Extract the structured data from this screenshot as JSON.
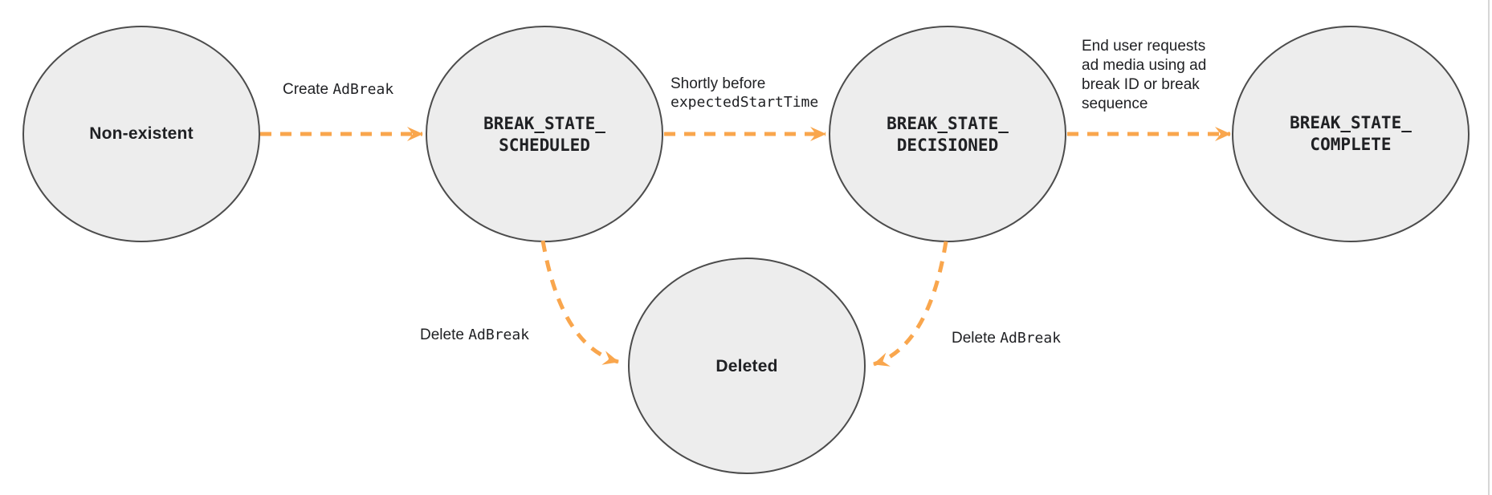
{
  "diagram": {
    "states": [
      {
        "id": "non-existent",
        "name": "Non-existent"
      },
      {
        "id": "break-state-scheduled",
        "line1": "BREAK_STATE_",
        "line2": "SCHEDULED"
      },
      {
        "id": "break-state-decisioned",
        "line1": "BREAK_STATE_",
        "line2": "DECISIONED"
      },
      {
        "id": "break-state-complete",
        "line1": "BREAK_STATE_",
        "line2": "COMPLETE"
      },
      {
        "id": "deleted",
        "name": "Deleted"
      }
    ],
    "transitions": [
      {
        "from": "Non-existent",
        "to": "BREAK_STATE_SCHEDULED",
        "label_plain": "Create ",
        "label_code": "AdBreak"
      },
      {
        "from": "BREAK_STATE_SCHEDULED",
        "to": "BREAK_STATE_DECISIONED",
        "label_plain": "Shortly before",
        "label_code": "expectedStartTime"
      },
      {
        "from": "BREAK_STATE_DECISIONED",
        "to": "BREAK_STATE_COMPLETE",
        "label_lines": [
          "End user requests",
          "ad media using ad",
          "break ID or break",
          "sequence"
        ]
      },
      {
        "from": "BREAK_STATE_SCHEDULED",
        "to": "Deleted",
        "label_plain": "Delete ",
        "label_code": "AdBreak"
      },
      {
        "from": "BREAK_STATE_DECISIONED",
        "to": "Deleted",
        "label_plain": "Delete ",
        "label_code": "AdBreak"
      }
    ],
    "colors": {
      "arrow": "#F9A64D",
      "node_fill": "#EDEDED",
      "node_border": "#4C4C4C",
      "text": "#202124",
      "page_edge": "#D6D6D6"
    }
  }
}
